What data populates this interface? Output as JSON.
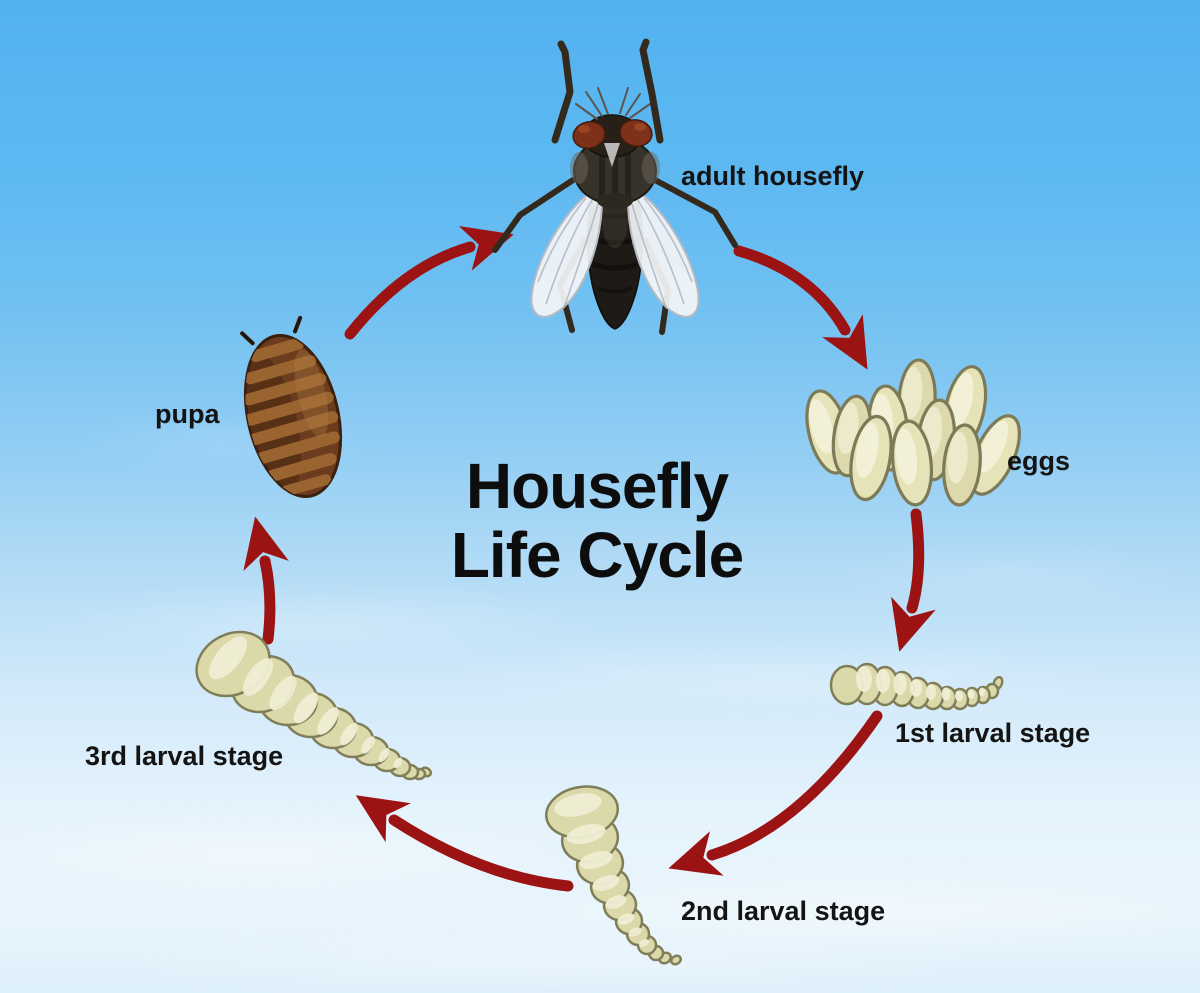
{
  "title": {
    "line1": "Housefly",
    "line2": "Life Cycle"
  },
  "stages": [
    {
      "id": "adult-housefly",
      "label": "adult housefly"
    },
    {
      "id": "eggs",
      "label": "eggs"
    },
    {
      "id": "first-larval-stage",
      "label": "1st larval stage"
    },
    {
      "id": "second-larval-stage",
      "label": "2nd larval stage"
    },
    {
      "id": "third-larval-stage",
      "label": "3rd larval stage"
    },
    {
      "id": "pupa",
      "label": "pupa"
    }
  ],
  "cycle_order": [
    "adult housefly",
    "eggs",
    "1st larval stage",
    "2nd larval stage",
    "3rd larval stage",
    "pupa"
  ],
  "colors": {
    "arrow": "#9b1312",
    "label_text": "#141414",
    "title_text": "#0d0d0d",
    "sky_top": "#52b2ef",
    "sky_bottom": "#e8f4fc",
    "egg_fill": "#e6e3b8",
    "egg_outline": "#7c7a57",
    "larva_fill": "#dbd8aa",
    "larva_outline": "#807e59",
    "pupa_body": "#6b3c1d",
    "pupa_band": "#9a6431",
    "fly_body": "#211e18",
    "fly_eye": "#7c3118",
    "fly_wing": "#f3f4f7"
  }
}
